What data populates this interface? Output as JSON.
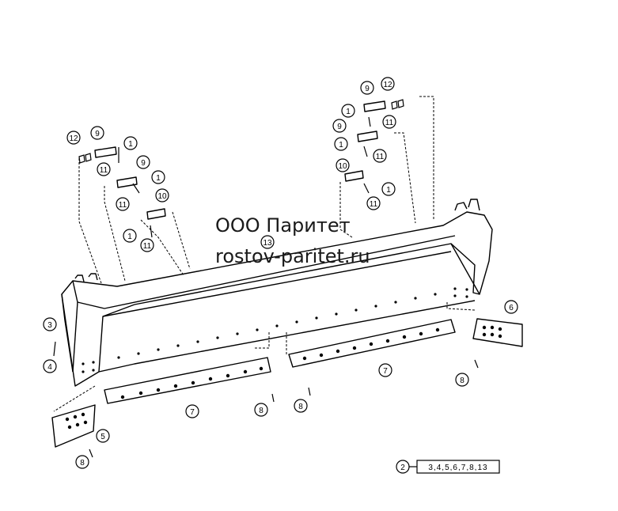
{
  "watermark": {
    "company": "ООО Паритет",
    "site": "rostov-paritet.ru"
  },
  "callouts": [
    "1",
    "3",
    "4",
    "5",
    "6",
    "7",
    "8",
    "9",
    "10",
    "11",
    "12",
    "13"
  ],
  "assembly": {
    "label": "2",
    "components": "3,4,5,6,7,8,13"
  }
}
